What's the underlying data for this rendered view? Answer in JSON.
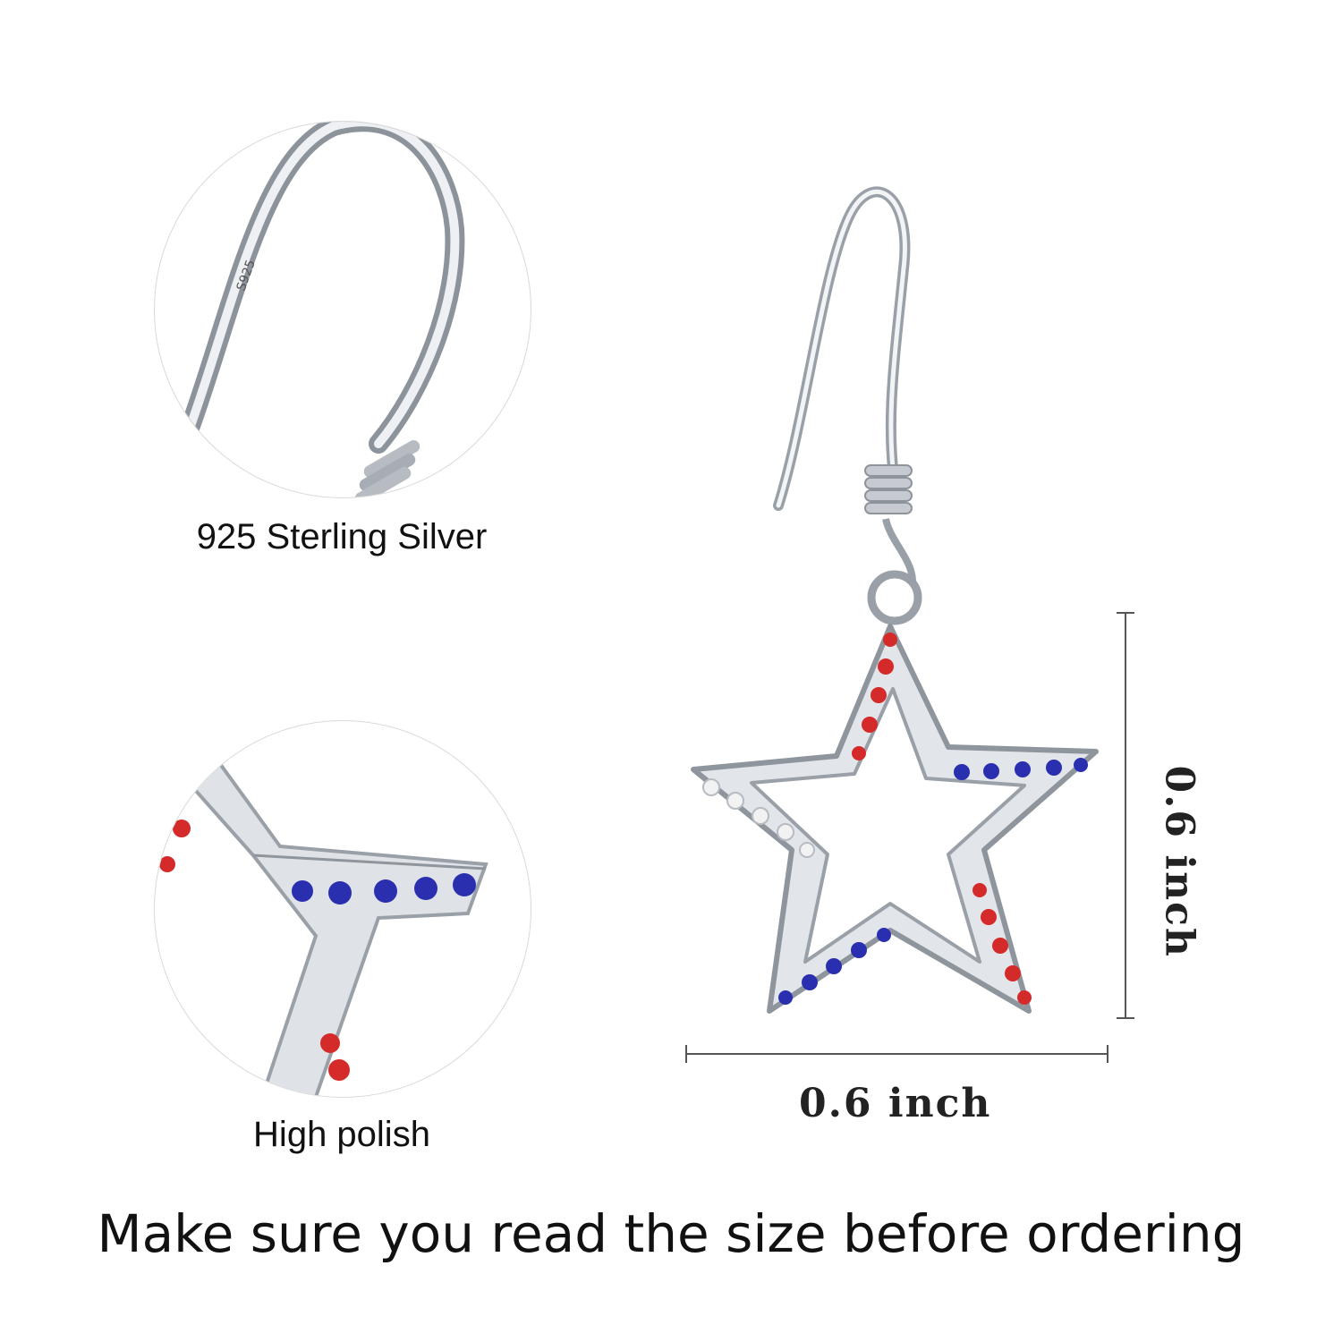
{
  "captions": {
    "top_detail": "925 Sterling Silver",
    "bottom_detail": "High polish"
  },
  "hook_stamp": "S925",
  "dimensions": {
    "height_label": "0.6 inch",
    "width_label": "0.6 inch"
  },
  "footer_text": "Make sure you read the size before ordering",
  "colors": {
    "silver": "#c9ccd1",
    "red_stone": "#d42a2a",
    "blue_stone": "#2a2fb0",
    "white_stone": "#f2f2f2"
  }
}
